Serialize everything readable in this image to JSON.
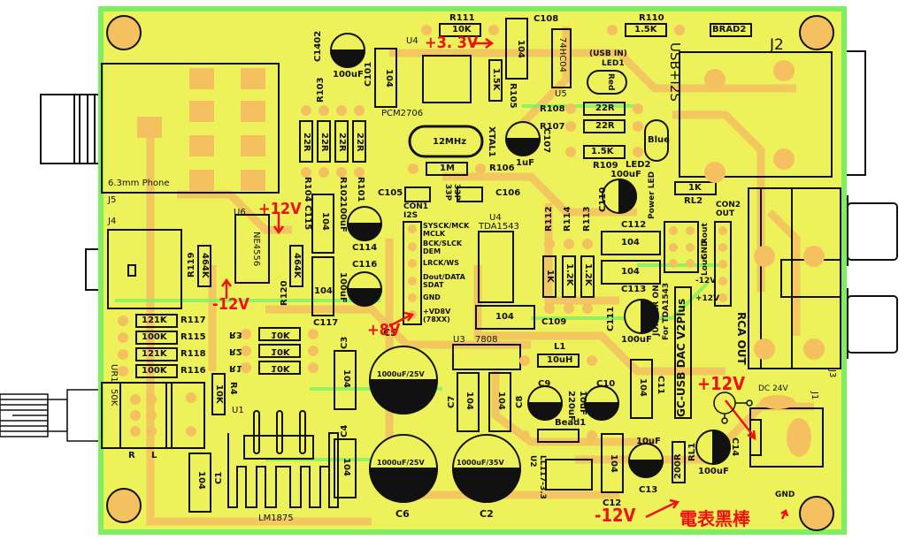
{
  "board": {
    "title": "GC-USB DAC V2Plus",
    "colors": {
      "board": "#eef25a",
      "border": "#7ef060",
      "copper": "#f5c060",
      "silk": "#111111",
      "annotation": "#ee1111"
    }
  },
  "annotations": {
    "v33": "+3. 3V",
    "p12_top": "+12V",
    "m12_left": "-12V",
    "p8": "+8V",
    "p12_right": "+12V",
    "m12_bottom": "-12V",
    "meter_black_probe": "電表黑棒"
  },
  "labels": {
    "phone_jack": "6.3mm Phone",
    "j5": "J5",
    "j4": "J4",
    "j2": "J2",
    "j3": "J3",
    "j1": "J1",
    "r111": "R111",
    "r111_val": "10K",
    "c108": "C108",
    "c108_val": "104",
    "u5_ic": "74HC04",
    "u5": "U5",
    "r110": "R110",
    "r110_val": "1.5K",
    "brad2": "BRAD2",
    "usb_ind": "(USB IN)",
    "led1": "LED1",
    "led1_val": "Red",
    "usb_i2s": "USB+I2S",
    "r108": "R108",
    "r108_val": "22R",
    "r107": "R107",
    "r107_val": "22R",
    "r109": "R109",
    "r109_val": "1.5K",
    "led2": "LED2",
    "led2_val": "Blue",
    "c1402": "C1402",
    "c1402_val": "100uF",
    "c101": "C101",
    "c101_val": "104",
    "u4_top": "U4",
    "pcm": "PCM2706",
    "r105": "R105",
    "r105_val": "1.5K",
    "r103": "R103",
    "r22_a": "22R",
    "r22_b": "22R",
    "r22_c": "22R",
    "r22_d": "22R",
    "xtal": "XTAL1",
    "xtal_val": "12MHz",
    "c107": "C107",
    "c107_val": "1uF",
    "r106": "R106",
    "r106_val": "1M",
    "c105": "C105",
    "c106": "C106",
    "c33p": "33P",
    "r104": "R104",
    "r102": "R102",
    "r101": "R101",
    "c110": "C110",
    "c110_val": "100uF",
    "power_led": "Power LED",
    "rl2": "RL2",
    "rl2_val": "1K",
    "u6": "U6",
    "u6_ic": "NE4556",
    "r119": "R119",
    "r119_val": "464K",
    "r120": "R120",
    "r120_val": "464K",
    "c115": "C115",
    "c115_val": "104",
    "c114": "C114",
    "c114_val": "100uF",
    "c116": "C116",
    "c116_val": "100uF",
    "c117": "C117",
    "c117_val": "104",
    "con1": "CON1",
    "i2s": "I2S",
    "pins": [
      "SYSCK/MCK",
      "MCLK",
      "BCK/SLCK",
      "DEM",
      "LRCK/WS",
      "Dout/DATA",
      "SDAT",
      "GND",
      "+VD8V",
      "(78XX)"
    ],
    "u4_mid": "U4",
    "tda": "TDA1543",
    "r112": "R112",
    "r112_val": "1K",
    "r114": "R114",
    "r114_val": "1.2K",
    "r113": "R113",
    "r113_val": "1.2K",
    "c109": "C109",
    "c109_val": "104",
    "c112": "C112",
    "c112_val": "104",
    "c113": "C113",
    "c113_val": "104",
    "c111": "C111",
    "c111_val": "100uF",
    "jumper": "JUMPER ON",
    "jumper2": "For TDA1543",
    "con2": "CON2",
    "out": "OUT",
    "con2_pins": [
      "Rout",
      "GND",
      "Lout",
      "-12V",
      "+12V"
    ],
    "rca_out": "RCA OUT",
    "r117": "R117",
    "r117_val": "121K",
    "r115": "R115",
    "r115_val": "100K",
    "r118": "R118",
    "r118_val": "121K",
    "r116": "R116",
    "r116_val": "100K",
    "r3": "R3",
    "r2": "R2",
    "r1": "R1",
    "r10k": "10K",
    "ur1": "UR1",
    "ur1_val": "50K",
    "r_ch": "R",
    "l_ch": "L",
    "r4": "R4",
    "r4_val": "10K",
    "u1": "U1",
    "c1": "C1",
    "c1_val": "104",
    "lm1875": "LM1875",
    "c3": "C3",
    "c3_val": "104",
    "c4": "C4",
    "c4_val": "104",
    "c5": "C5",
    "c5_val": "1000uF/25V",
    "c6": "C6",
    "c6_val": "1000uF/25V",
    "c2": "C2",
    "c2_val": "1000uF/35V",
    "u3": "U3",
    "u3_ic": "7808",
    "c7": "C7",
    "c7_val": "104",
    "c8": "C8",
    "c8_val": "104",
    "l1": "L1",
    "l1_val": "10uH",
    "c9": "C9",
    "c9_val": "220uF",
    "c10": "C10",
    "c10_val": "10uF",
    "c11": "C11",
    "c11_val": "104",
    "bead": "Bead1",
    "u2": "U2",
    "u2_ic": "LL117-3.3",
    "c12": "C12",
    "c12_val": "104",
    "c13": "C13",
    "c13_val": "10uF",
    "rl1": "RL1",
    "rl1_val": "200R",
    "c14": "C14",
    "c14_val": "100uF",
    "dc24": "DC 24V",
    "gnd": "GND"
  }
}
